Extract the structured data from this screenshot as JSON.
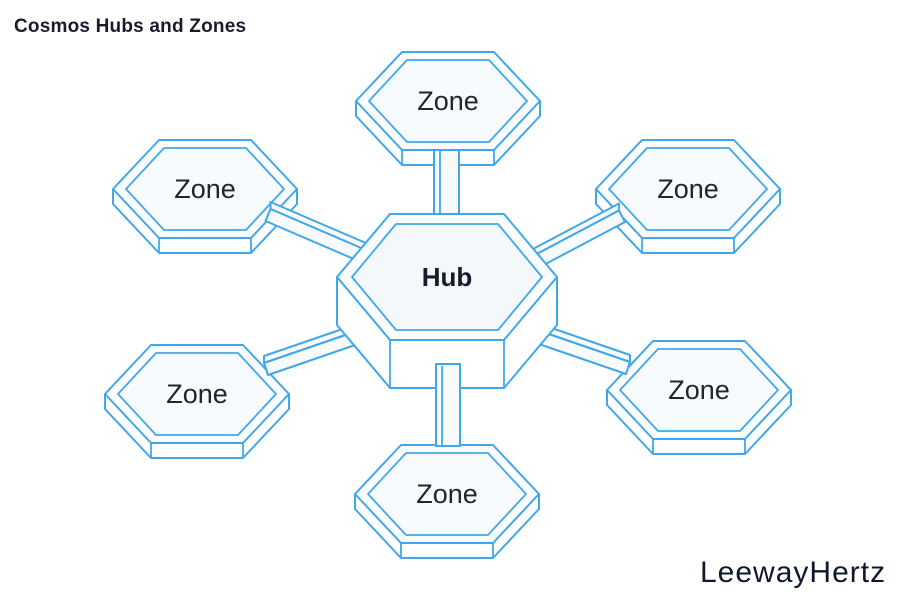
{
  "title": "Cosmos Hubs and Zones",
  "watermark": "LeewayHertz",
  "hub": {
    "label": "Hub"
  },
  "zones": [
    {
      "position": "top",
      "label": "Zone"
    },
    {
      "position": "upper-left",
      "label": "Zone"
    },
    {
      "position": "upper-right",
      "label": "Zone"
    },
    {
      "position": "lower-left",
      "label": "Zone"
    },
    {
      "position": "lower-right",
      "label": "Zone"
    },
    {
      "position": "bottom",
      "label": "Zone"
    }
  ],
  "connections": [
    {
      "from": "hub",
      "to": "top"
    },
    {
      "from": "hub",
      "to": "upper-left"
    },
    {
      "from": "hub",
      "to": "upper-right"
    },
    {
      "from": "hub",
      "to": "lower-left"
    },
    {
      "from": "hub",
      "to": "lower-right"
    },
    {
      "from": "hub",
      "to": "bottom"
    }
  ],
  "colors": {
    "outline_blue": "#41a7ea",
    "node_fill": "#fbfdfe",
    "inner_fill": "#f6f9fb",
    "label_dark": "#20262f",
    "title_dark": "#1a1c2e"
  }
}
